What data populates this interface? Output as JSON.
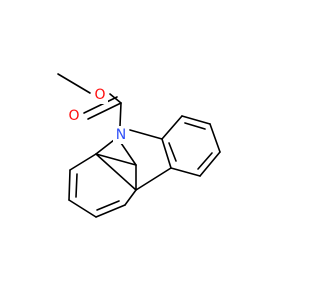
{
  "molecule": {
    "atoms": [
      {
        "id": "O_ether",
        "label": "O",
        "color": "#ff0d0d"
      },
      {
        "id": "O_carbonyl",
        "label": "O",
        "color": "#ff0d0d"
      },
      {
        "id": "N",
        "label": "N",
        "color": "#3050f8"
      }
    ]
  }
}
